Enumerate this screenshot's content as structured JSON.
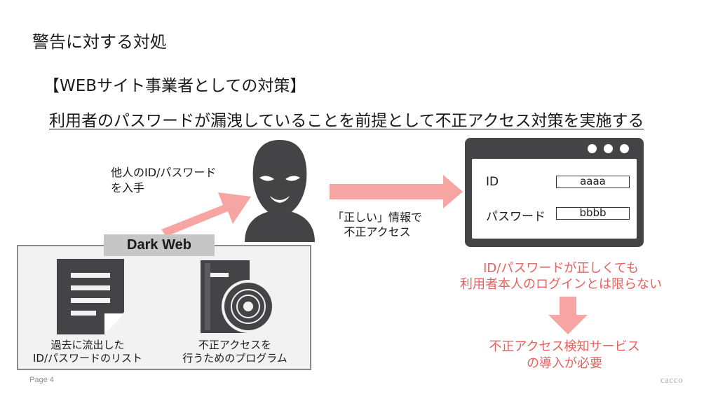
{
  "slide": {
    "title": "警告に対する対処",
    "subtitle": "【WEBサイト事業者としての対策】",
    "premise": "利用者のパスワードが漏洩していることを前提として不正アクセス対策を実施する"
  },
  "attacker": {
    "acquire_line1": "他人のID/パスワード",
    "acquire_line2": "を入手",
    "access_line1": "「正しい」情報で",
    "access_line2": "不正アクセス"
  },
  "dark_web": {
    "label": "Dark Web",
    "leaked_list_line1": "過去に流出した",
    "leaked_list_line2": "ID/パスワードのリスト",
    "program_line1": "不正アクセスを",
    "program_line2": "行うためのプログラム"
  },
  "login_form": {
    "id_label": "ID",
    "id_value": "aaaa",
    "password_label": "パスワード",
    "password_value": "bbbb"
  },
  "warning": {
    "line1": "ID/パスワードが正しくても",
    "line2": "利用者本人のログインとは限らない"
  },
  "solution": {
    "line1": "不正アクセス検知サービス",
    "line2": "の導入が必要"
  },
  "footer": {
    "page": "Page 4",
    "logo": "cacco"
  },
  "colors": {
    "arrow": "#f6a5a2",
    "accent_text": "#e8605f",
    "icon_dark": "#444446"
  }
}
